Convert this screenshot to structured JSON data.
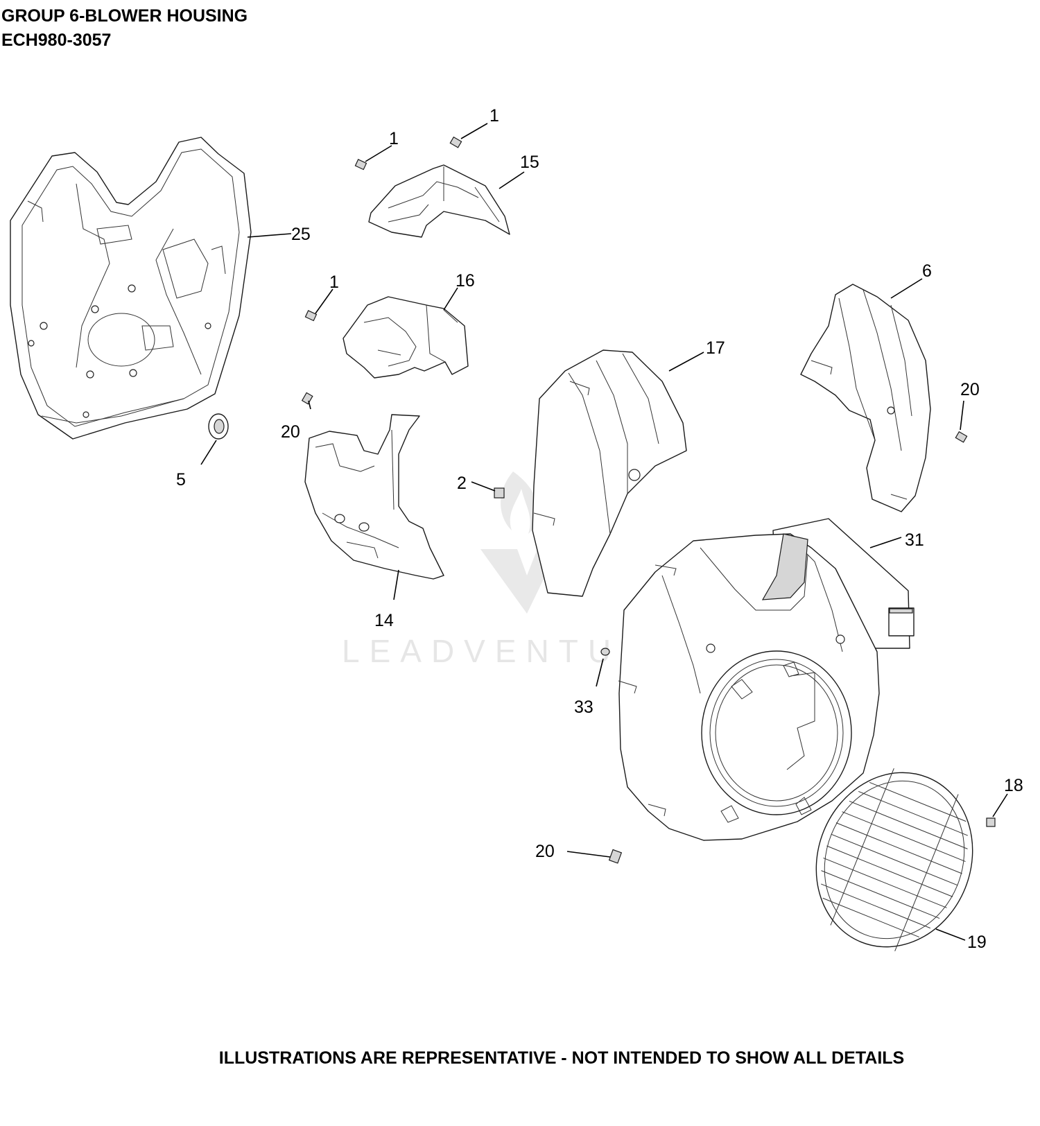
{
  "header": {
    "group_title": "GROUP 6-BLOWER HOUSING",
    "model_code": "ECH980-3057"
  },
  "watermark": {
    "text": "LEADVENTURE"
  },
  "callouts": {
    "c1a": "1",
    "c1b": "1",
    "c1c": "1",
    "c2": "2",
    "c5": "5",
    "c6": "6",
    "c14": "14",
    "c15": "15",
    "c16": "16",
    "c17": "17",
    "c18": "18",
    "c19": "19",
    "c20a": "20",
    "c20b": "20",
    "c20c": "20",
    "c25": "25",
    "c31": "31",
    "c33": "33"
  },
  "footer": {
    "disclaimer": "ILLUSTRATIONS ARE REPRESENTATIVE - NOT INTENDED TO SHOW ALL DETAILS"
  }
}
